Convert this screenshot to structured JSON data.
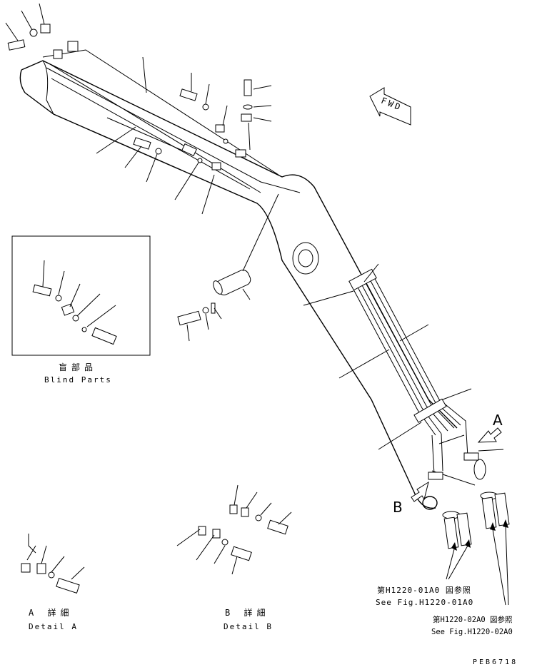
{
  "diagram": {
    "fwd_label": "FWD",
    "view_a_letter": "A",
    "view_b_letter": "B",
    "blind_parts": {
      "title_jp": "盲部品",
      "title_en": "Blind Parts"
    },
    "detail_a": {
      "title_jp": "A 詳細",
      "title_en": "Detail A"
    },
    "detail_b": {
      "title_jp": "B 詳細",
      "title_en": "Detail B"
    },
    "ref_1": {
      "jp": "第H1220-01A0 図参照",
      "en": "See Fig.H1220-01A0"
    },
    "ref_2": {
      "jp": "第H1220-02A0 図参照",
      "en": "See Fig.H1220-02A0"
    },
    "drawing_number": "PEB6718"
  }
}
